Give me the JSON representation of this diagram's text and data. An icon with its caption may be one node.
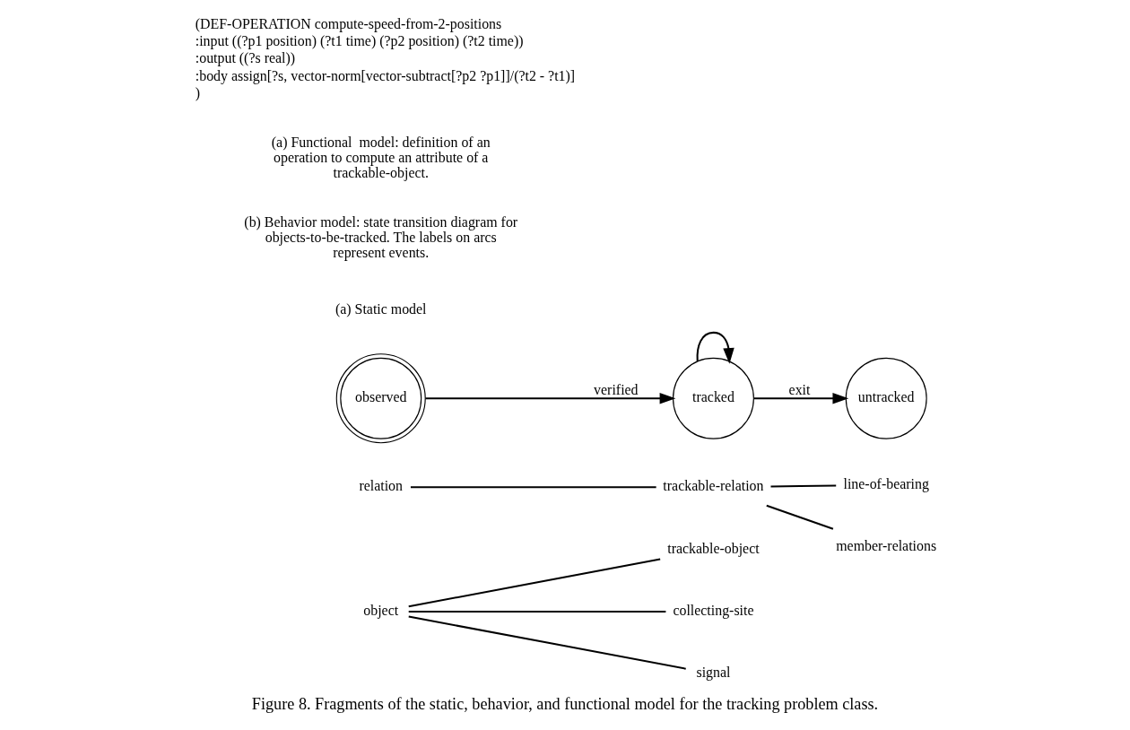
{
  "diagram": {
    "caption": "Figure 8. Fragments of the static, behavior, and functional model for the tracking problem class.",
    "nodes": [
      {
        "text": [
          "object"
        ]
      },
      {
        "text": [
          "trackable-object"
        ]
      },
      {
        "text": [
          "collecting-site"
        ]
      },
      {
        "text": [
          "signal"
        ]
      },
      {
        "text": [
          "relation"
        ]
      },
      {
        "text": [
          "trackable-relation"
        ]
      },
      {
        "text": [
          "line-of-bearing"
        ]
      },
      {
        "text": [
          "member-relations"
        ]
      },
      {
        "text": [
          "observed"
        ]
      },
      {
        "text": [
          "tracked"
        ]
      },
      {
        "text": [
          "untracked"
        ]
      }
    ],
    "edges": [
      {
        "from": 0,
        "to": 1,
        "arrow": "none"
      },
      {
        "from": 0,
        "to": 2,
        "arrow": "none"
      },
      {
        "from": 0,
        "to": 3,
        "arrow": "none"
      },
      {
        "from": 4,
        "to": 5,
        "arrow": "none"
      },
      {
        "from": 5,
        "to": 6,
        "arrow": "none"
      },
      {
        "from": 5,
        "to": 7,
        "arrow": "none"
      },
      {
        "from": 8,
        "to": 9,
        "arrow": "to",
        "label": "verified"
      },
      {
        "from": 9,
        "to": 9,
        "arrow": "to"
      },
      {
        "from": 9,
        "to": 10,
        "arrow": "to",
        "label": "exit"
      }
    ],
    "labels": [
      "(a) Static model",
      "(b) Behavior model: state transition diagram for objects-to-be-tracked. The labels on arcs represent events.",
      "(DEF-OPERATION compute-speed-from-2-positions",
      ":input ((?p1 position) (?t1 time) (?p2 position) (?t2 time))",
      ":output ((?s real))",
      ":body assign[?s, vector-norm[vector-subtract[?p2 ?p1]]/(?t2 - ?t1)]",
      ")",
      "(a) Functional  model: definition of an operation to compute an attribute of a trackable-object."
    ]
  }
}
